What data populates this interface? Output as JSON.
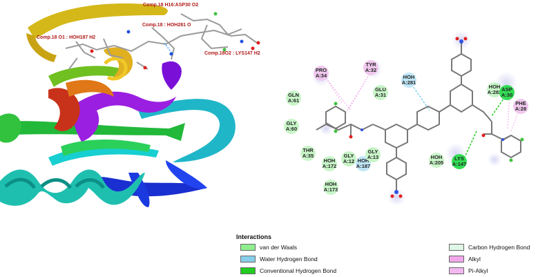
{
  "labels_3d": [
    {
      "text": "Comp.18 H16:ASP30 O2"
    },
    {
      "text": "Comp.18 O1 : HOH187 H2"
    },
    {
      "text": "Comp.18 : HOH281 O"
    },
    {
      "text": "Comp.18O2 : LYS147 H2"
    }
  ],
  "residues": [
    {
      "id": "pro34",
      "line1": "PRO",
      "line2": "A:34",
      "color": "#f0c8ee"
    },
    {
      "id": "tyr32",
      "line1": "TYR",
      "line2": "A:32",
      "color": "#f0c8ee"
    },
    {
      "id": "hoh281",
      "line1": "HOH",
      "line2": "A:281",
      "color": "#bfe6f7"
    },
    {
      "id": "glu31",
      "line1": "GLU",
      "line2": "A:31",
      "color": "#c8f5c8"
    },
    {
      "id": "gln61",
      "line1": "GLN",
      "line2": "A:61",
      "color": "#c8f5c8"
    },
    {
      "id": "gly60",
      "line1": "GLY",
      "line2": "A:60",
      "color": "#c8f5c8"
    },
    {
      "id": "thr35",
      "line1": "THR",
      "line2": "A:35",
      "color": "#c8f5c8"
    },
    {
      "id": "hoh172",
      "line1": "HOH",
      "line2": "A:172",
      "color": "#c8f5c8"
    },
    {
      "id": "gly12",
      "line1": "GLY",
      "line2": "A:12",
      "color": "#c8f5c8"
    },
    {
      "id": "hoh187",
      "line1": "HOH",
      "line2": "A:187",
      "color": "#bfe6f7"
    },
    {
      "id": "gly13",
      "line1": "GLY",
      "line2": "A:13",
      "color": "#c8f5c8"
    },
    {
      "id": "hoh173",
      "line1": "HOH",
      "line2": "A:173",
      "color": "#c8f5c8"
    },
    {
      "id": "hoh205",
      "line1": "HOH",
      "line2": "A:205",
      "color": "#c8f5c8"
    },
    {
      "id": "lys147",
      "line1": "LYS",
      "line2": "A:147",
      "color": "#33dd55"
    },
    {
      "id": "hoh282",
      "line1": "HOH",
      "line2": "A:282",
      "color": "#c8f5c8"
    },
    {
      "id": "asp30",
      "line1": "ASP",
      "line2": "A:30",
      "color": "#33dd55"
    },
    {
      "id": "phe28",
      "line1": "PHE",
      "line2": "A:28",
      "color": "#f0c8ee"
    }
  ],
  "legend": {
    "title": "Interactions",
    "items": [
      {
        "label": "van der Waals",
        "color": "#8fef8f"
      },
      {
        "label": "Water Hydrogen Bond",
        "color": "#87ceeb"
      },
      {
        "label": "Conventional Hydrogen Bond",
        "color": "#22cc22"
      },
      {
        "label": "Carbon Hydrogen Bond",
        "color": "#dff7e6"
      },
      {
        "label": "Alkyl",
        "color": "#f0a8ea"
      },
      {
        "label": "Pi-Alkyl",
        "color": "#f4b8f0"
      }
    ]
  }
}
